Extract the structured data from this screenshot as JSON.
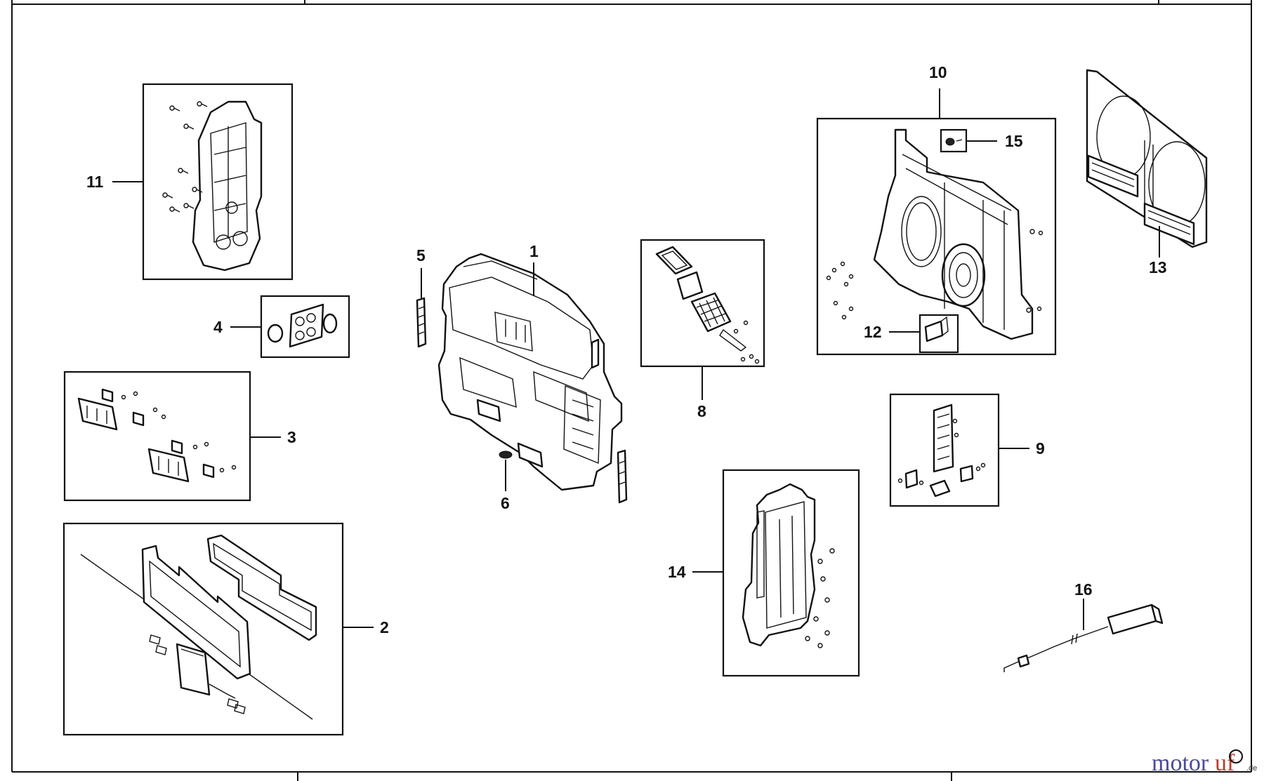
{
  "diagram": {
    "callouts": [
      "1",
      "2",
      "3",
      "4",
      "5",
      "6",
      "8",
      "9",
      "10",
      "11",
      "12",
      "13",
      "14",
      "15",
      "16"
    ]
  },
  "watermark": {
    "part1": "motor",
    "part2": "uf",
    "suffix": ".de"
  },
  "colors": {
    "line": "#111111",
    "background": "#ffffff",
    "watermark_blue": "#4a4a9a",
    "watermark_red": "#c23a2a"
  }
}
